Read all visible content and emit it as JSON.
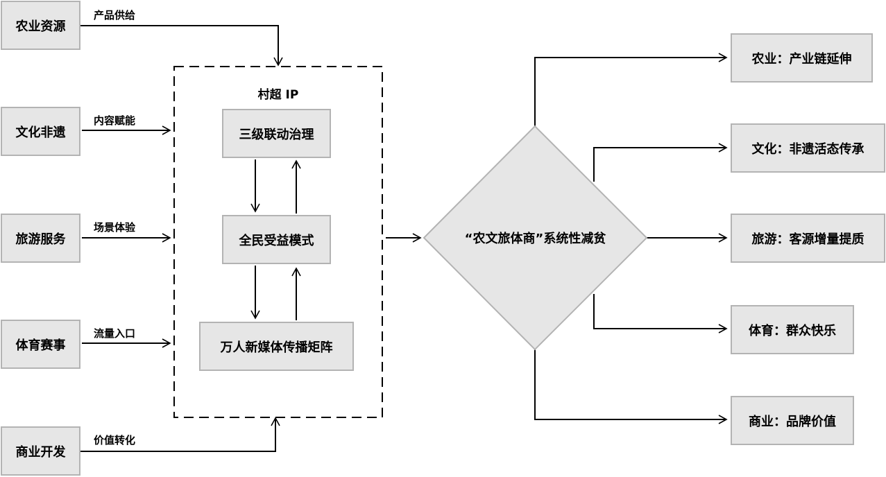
{
  "inputs": [
    {
      "name": "农业资源",
      "flow": "产品供给"
    },
    {
      "name": "文化非遗",
      "flow": "内容赋能"
    },
    {
      "name": "旅游服务",
      "flow": "场景体验"
    },
    {
      "name": "体育赛事",
      "flow": "流量入口"
    },
    {
      "name": "商业开发",
      "flow": "价值转化"
    }
  ],
  "core": {
    "title": "村超 IP",
    "steps": [
      "三级联动治理",
      "全民受益模式",
      "万人新媒体传播矩阵"
    ]
  },
  "decision": "“农文旅体商”系统性减贫",
  "outputs": [
    "农业：产业链延伸",
    "文化：非遗活态传承",
    "旅游：客源增量提质",
    "体育：群众快乐",
    "商业：品牌价值"
  ],
  "colors": {
    "fill": "#e6e6e6",
    "border": "#b3b3b3"
  }
}
